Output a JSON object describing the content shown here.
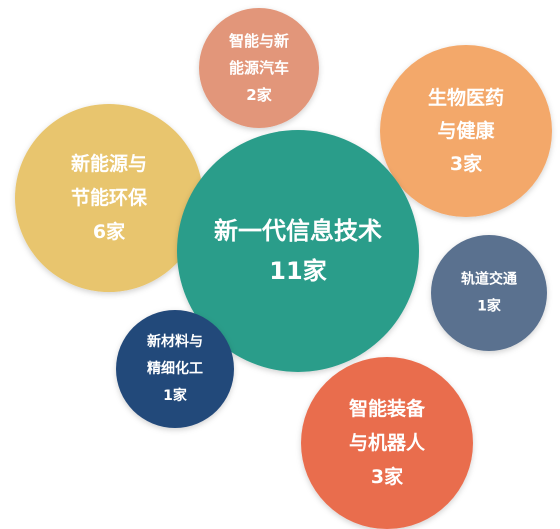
{
  "chart_data": {
    "type": "bubble",
    "title": "",
    "unit": "家",
    "items": [
      {
        "id": "new-energy-vehicle",
        "lines": [
          "智能与新",
          "能源汽车",
          "2家"
        ],
        "category": "智能与新能源汽车",
        "value": 2,
        "color": "#E2967A"
      },
      {
        "id": "biomedicine",
        "lines": [
          "生物医药",
          "与健康",
          "3家"
        ],
        "category": "生物医药与健康",
        "value": 3,
        "color": "#F3A86A"
      },
      {
        "id": "new-energy-saving",
        "lines": [
          "新能源与",
          "节能环保",
          "6家"
        ],
        "category": "新能源与节能环保",
        "value": 6,
        "color": "#E8C56E"
      },
      {
        "id": "next-gen-it",
        "lines": [
          "新一代信息技术",
          "11家"
        ],
        "category": "新一代信息技术",
        "value": 11,
        "color": "#2A9D8A"
      },
      {
        "id": "rail-transit",
        "lines": [
          "轨道交通",
          "1家"
        ],
        "category": "轨道交通",
        "value": 1,
        "color": "#5A718F"
      },
      {
        "id": "new-materials",
        "lines": [
          "新材料与",
          "精细化工",
          "1家"
        ],
        "category": "新材料与精细化工",
        "value": 1,
        "color": "#24487A"
      },
      {
        "id": "intelligent-equipment",
        "lines": [
          "智能装备",
          "与机器人",
          "3家"
        ],
        "category": "智能装备与机器人",
        "value": 3,
        "color": "#E96D4E"
      }
    ]
  }
}
